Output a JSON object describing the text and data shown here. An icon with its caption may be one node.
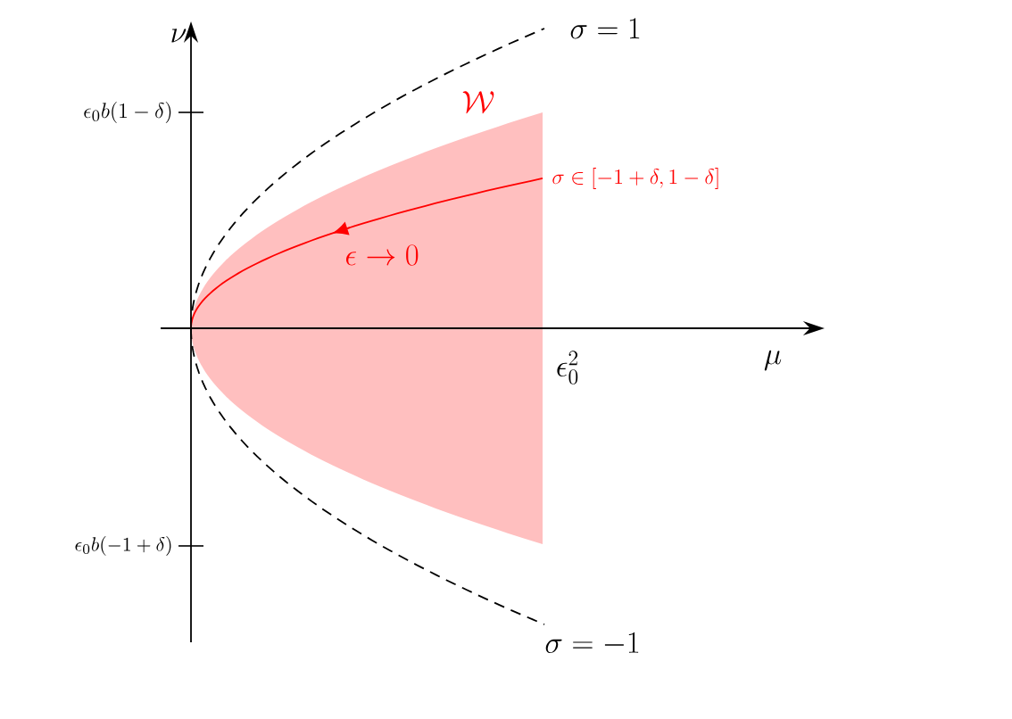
{
  "diagram": {
    "labels": [
      "\\nu",
      "\\epsilon_0 b(1-\\delta)",
      "\\sigma = 1",
      "\\mathcal{W}",
      "\\sigma \\in [-1+\\delta, 1-\\delta]",
      "\\epsilon \\to 0",
      "\\epsilon_0^2",
      "\\mu",
      "\\epsilon_0 b(-1+\\delta)",
      "\\sigma = -1"
    ]
  }
}
